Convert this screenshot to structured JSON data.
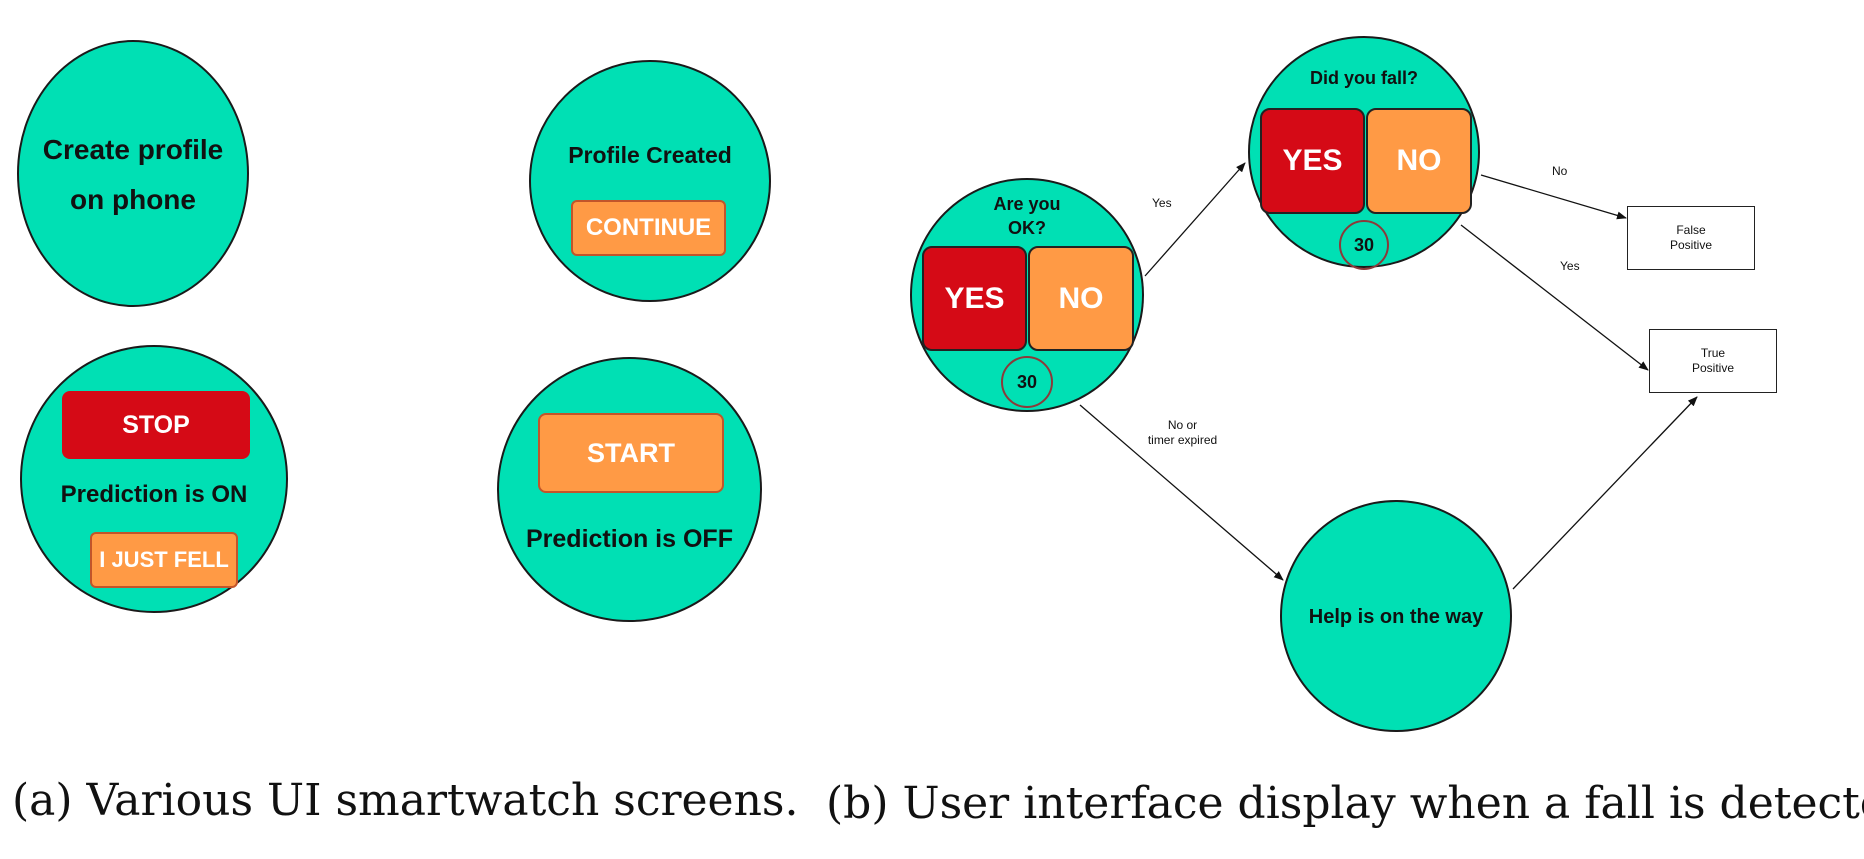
{
  "panel_a": {
    "create_profile": {
      "line1": "Create profile",
      "line2": "on phone"
    },
    "profile_created": {
      "title": "Profile Created",
      "continue_label": "CONTINUE"
    },
    "prediction_on": {
      "stop_label": "STOP",
      "status": "Prediction is ON",
      "fell_label": "I JUST FELL"
    },
    "prediction_off": {
      "start_label": "START",
      "status": "Prediction is OFF"
    },
    "caption": "(a) Various UI smartwatch screens."
  },
  "panel_b": {
    "are_you_ok": {
      "line1": "Are you",
      "line2": "OK?",
      "yes_label": "YES",
      "no_label": "NO",
      "timer": "30"
    },
    "did_you_fall": {
      "title": "Did you fall?",
      "yes_label": "YES",
      "no_label": "NO",
      "timer": "30"
    },
    "help": {
      "text": "Help is on the way"
    },
    "false_positive": {
      "line1": "False",
      "line2": "Positive"
    },
    "true_positive": {
      "line1": "True",
      "line2": "Positive"
    },
    "edges": {
      "ok_to_fall": "Yes",
      "fall_to_false": "No",
      "fall_to_true": "Yes",
      "ok_to_help_line1": "No or",
      "ok_to_help_line2": "timer expired"
    },
    "caption": "(b) User interface display when a fall is detected."
  },
  "colors": {
    "watch_face": "#00e0b4",
    "yes_red": "#d50a16",
    "no_orange": "#ff9a45",
    "outline": "#1a1a1a"
  }
}
